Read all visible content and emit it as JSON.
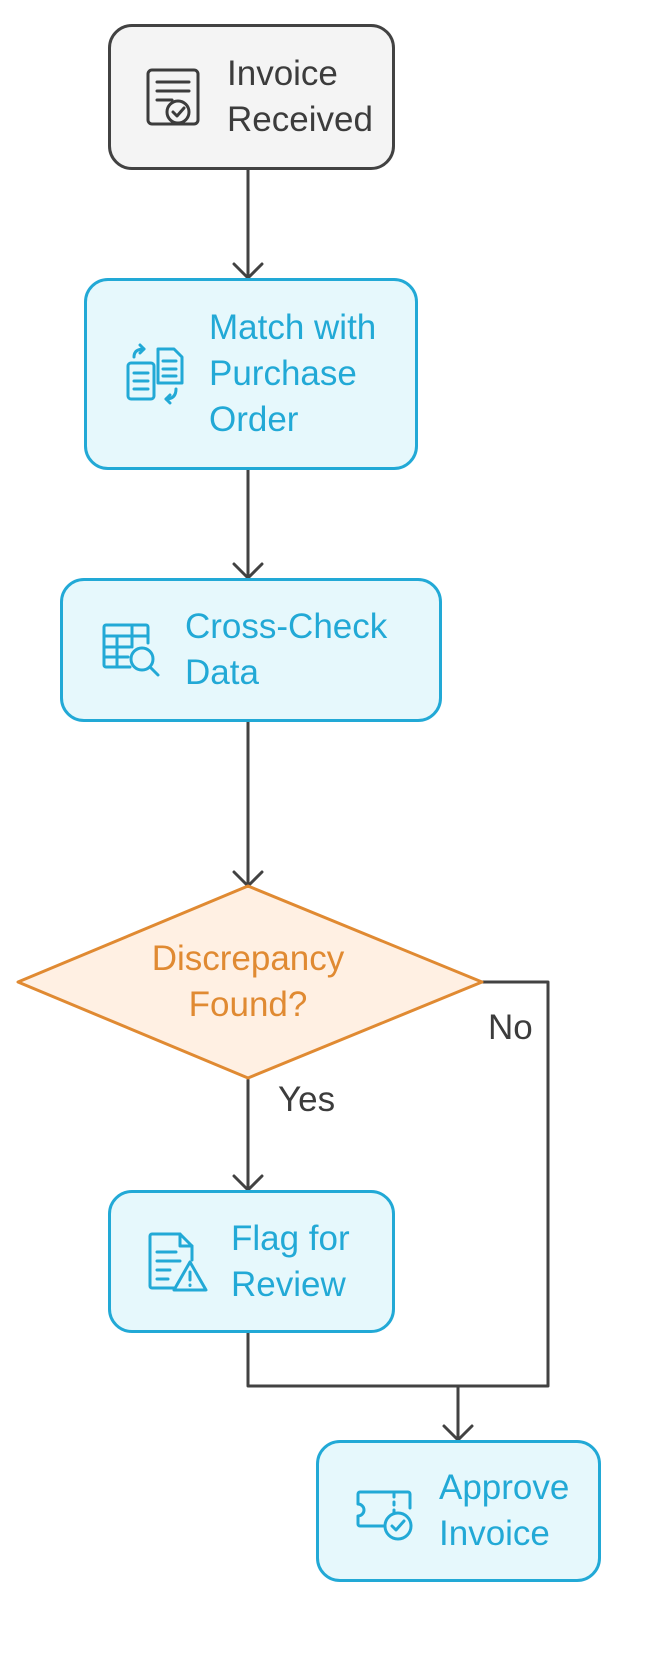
{
  "colors": {
    "line": "#424242",
    "step_border": "#22a9d6",
    "step_fill": "#e6f8fc",
    "start_fill": "#f4f4f4",
    "decision_border": "#e08a32",
    "decision_fill": "#fff0e3"
  },
  "nodes": {
    "invoice_received": {
      "label": "Invoice\nReceived",
      "icon": "invoice-document-icon"
    },
    "match_po": {
      "label": "Match with\nPurchase\nOrder",
      "icon": "compare-documents-icon"
    },
    "cross_check": {
      "label": "Cross-Check\nData",
      "icon": "table-search-icon"
    },
    "decision": {
      "label": "Discrepancy\nFound?"
    },
    "flag_review": {
      "label": "Flag for\nReview",
      "icon": "document-warning-icon"
    },
    "approve": {
      "label": "Approve\nInvoice",
      "icon": "ticket-check-icon"
    }
  },
  "edges": {
    "yes": "Yes",
    "no": "No"
  }
}
